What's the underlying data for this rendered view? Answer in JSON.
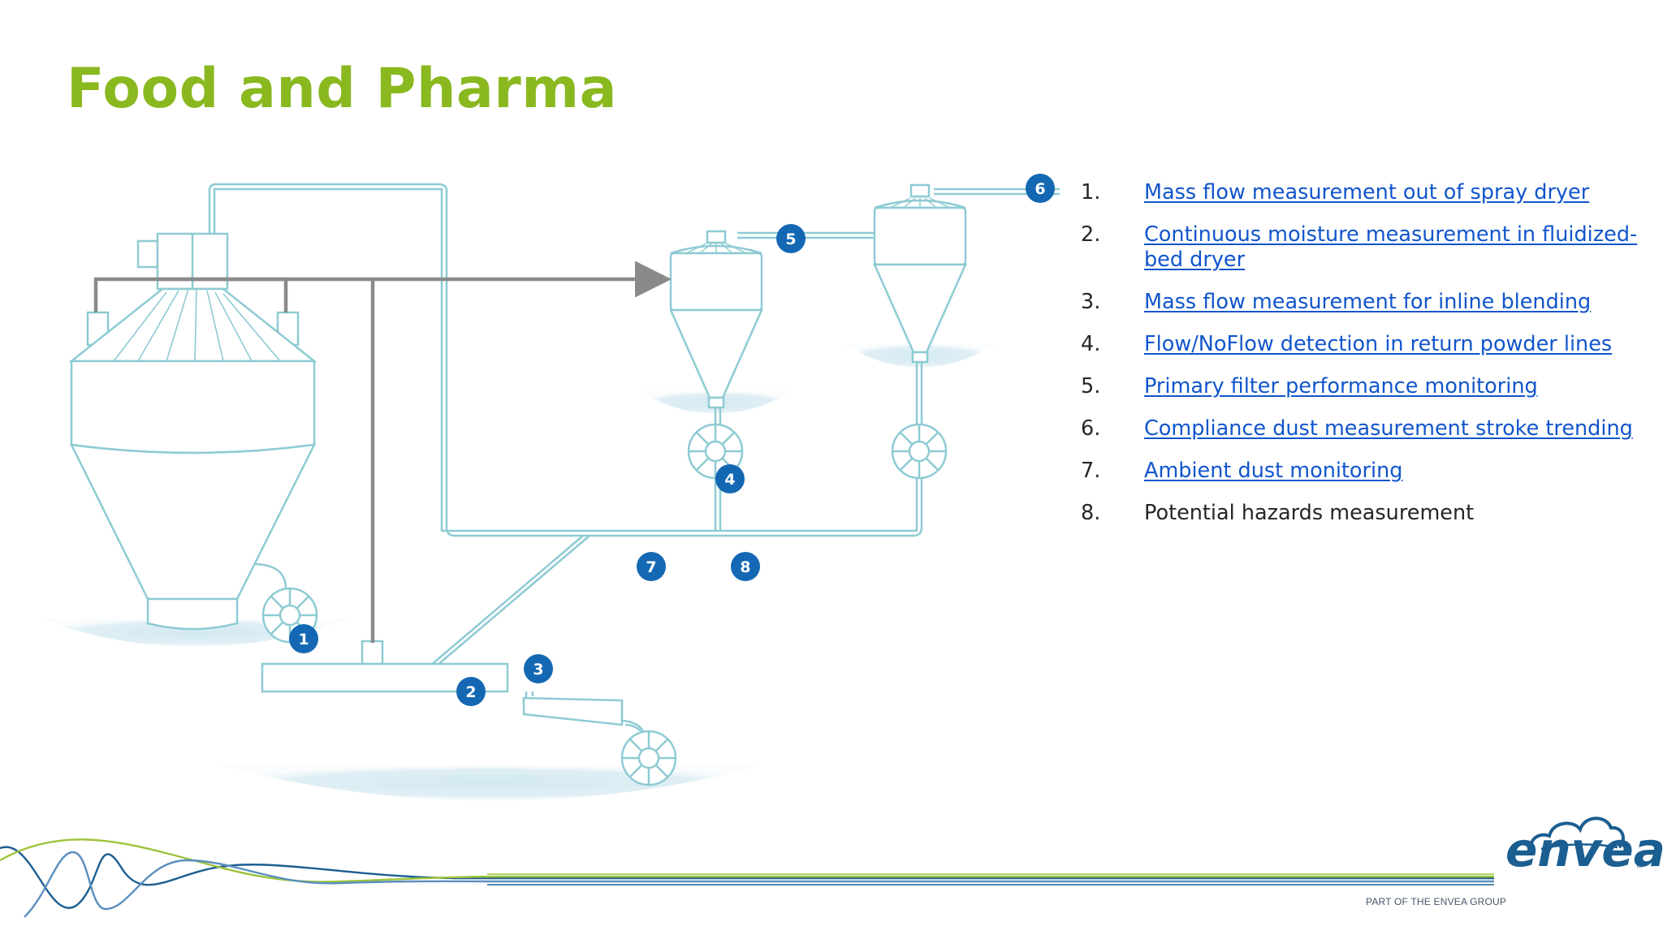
{
  "title": "Food and Pharma",
  "colors": {
    "title": "#8ab81f",
    "link": "#1155cc",
    "marker": "#1468b3",
    "outline": "#8ecbd3",
    "shadow": "#d3e9f1",
    "pipe_dark": "#8a8a8a",
    "brand": "#1b5e91",
    "footer_lines": [
      "#1b5e91",
      "#9dc33b",
      "#5b8fbf"
    ]
  },
  "diagram": {
    "markers": [
      {
        "id": "marker-1",
        "label": "1"
      },
      {
        "id": "marker-2",
        "label": "2"
      },
      {
        "id": "marker-3",
        "label": "3"
      },
      {
        "id": "marker-4",
        "label": "4"
      },
      {
        "id": "marker-5",
        "label": "5"
      },
      {
        "id": "marker-6",
        "label": "6"
      },
      {
        "id": "marker-7",
        "label": "7"
      },
      {
        "id": "marker-8",
        "label": "8"
      }
    ]
  },
  "legend": [
    {
      "number": "1.",
      "text": "Mass flow measurement out of spray dryer",
      "is_link": true
    },
    {
      "number": "2.",
      "text": "Continuous moisture measurement in fluidized-bed dryer",
      "is_link": true
    },
    {
      "number": "3.",
      "text": "Mass flow measurement for inline blending",
      "is_link": true
    },
    {
      "number": "4.",
      "text": "Flow/NoFlow detection in return powder lines",
      "is_link": true
    },
    {
      "number": "5.",
      "text": "Primary filter performance monitoring",
      "is_link": true
    },
    {
      "number": "6.",
      "text": "Compliance dust measurement stroke trending",
      "is_link": true
    },
    {
      "number": "7.",
      "text": "Ambient dust monitoring",
      "is_link": true
    },
    {
      "number": "8.",
      "text": "Potential hazards measurement",
      "is_link": false
    }
  ],
  "logo": {
    "name": "envea",
    "trademark": "™",
    "tagline": "PART OF THE ENVEA GROUP",
    "icon": "cloud-icon"
  }
}
